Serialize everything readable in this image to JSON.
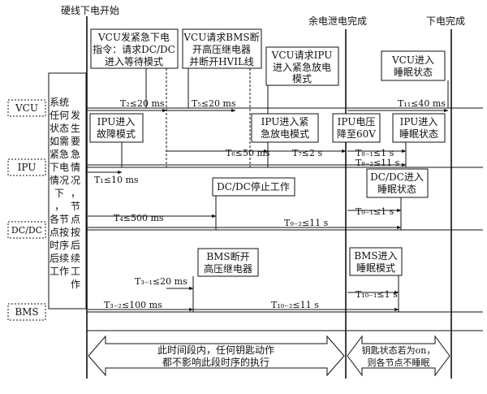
{
  "milestones": {
    "hardwire_start": "硬线下电开始",
    "residual_discharge_done": "余电泄电完成",
    "power_down_done": "下电完成"
  },
  "lanes": {
    "vcu": "VCU",
    "ipu": "IPU",
    "dcdc": "DC/DC",
    "bms": "BMS"
  },
  "left_note": [
    "系统",
    "任何",
    "状态",
    "如需",
    "紧急",
    "下电",
    "情况",
    "下",
    "，",
    "各节",
    "点按",
    "时序",
    "后续",
    "工作"
  ],
  "right_note": [
    "发",
    "生",
    "要",
    "急",
    "情",
    "况",
    "，",
    "节",
    "点",
    "按",
    "后",
    "续",
    "工",
    "作"
  ],
  "events": {
    "vcu_emergency": [
      "VCU发紧急下电",
      "指令：请求DC/DC",
      "进入等待模式"
    ],
    "vcu_bms_cut": [
      "VCU请求BMS断",
      "开高压继电器",
      "并断开HVIL线"
    ],
    "vcu_ipu_discharge": [
      "VCU请求IPU",
      "进入紧急放电",
      "模式"
    ],
    "vcu_sleep": [
      "VCU进入",
      "睡眠状态"
    ],
    "ipu_fault": [
      "IPU进入",
      "故障模式"
    ],
    "ipu_discharge": [
      "IPU进入紧",
      "急放电模式"
    ],
    "ipu_60v": [
      "IPU电压",
      "降至60V"
    ],
    "ipu_sleep": [
      "IPU进入",
      "睡眠状态"
    ],
    "dcdc_stop": [
      "DC/DC停止工作"
    ],
    "dcdc_sleep": [
      "DC/DC进入",
      "睡眠状态"
    ],
    "bms_cut": [
      "BMS断开",
      "高压继电器"
    ],
    "bms_sleep": [
      "BMS进入",
      "睡眠模式"
    ]
  },
  "timings": {
    "t2": "T₂≤20 ms",
    "t5": "T₅≤20 ms",
    "t11": "T₁₁≤40 ms",
    "t1": "T₁≤10 ms",
    "t6": "T₆≤50 ms",
    "t7": "T₇≤2 s",
    "t8_1": "T₈₋₁≤1 s",
    "t8_2": "T₈₋₂≤11 s",
    "t4": "T₄≤500 ms",
    "t9_1": "T₉₋₁≤1 s",
    "t9_2": "T₉₋₂≤11 s",
    "t3_1": "T₃₋₁≤20 ms",
    "t3_2": "T₃₋₂≤100 ms",
    "t10_1": "T₁₀₋₁≤1 s",
    "t10_2": "T₁₀₋₂≤11 s"
  },
  "bottom": {
    "left": [
      "此时间段内，任何钥匙动作",
      "都不影响此段时序的执行"
    ],
    "right": [
      "钥匙状态若为on，",
      "则各节点不睡眠"
    ]
  }
}
